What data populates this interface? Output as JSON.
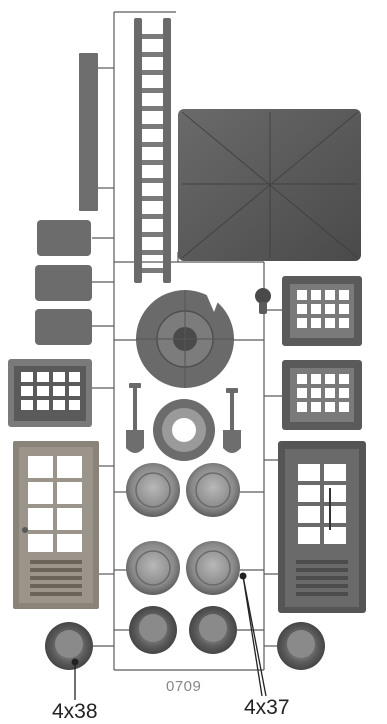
{
  "sprue": {
    "code": "0709",
    "callouts": [
      {
        "text": "4x38"
      },
      {
        "text": "4x37"
      }
    ]
  },
  "colors": {
    "frame": "#5a5a5a",
    "part_dark": "#555555",
    "part_mid": "#7a7a7a",
    "part_light": "#9a9a9a",
    "window_pane": "#ffffff",
    "wood": "#8a8478"
  }
}
